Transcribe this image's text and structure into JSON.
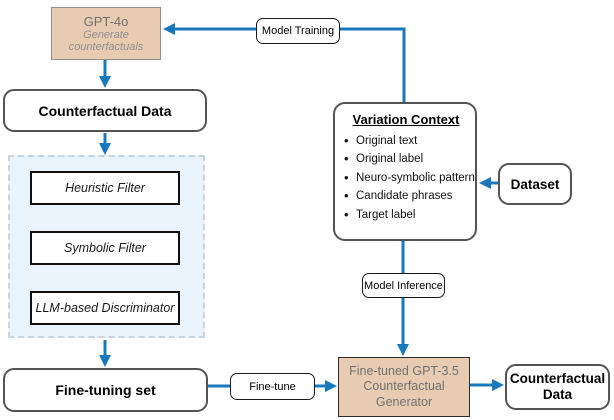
{
  "colors": {
    "arrow_blue": "#1878be",
    "tan_fill": "#e8ccb2",
    "panel_fill": "#e9f3fb",
    "box_border": "#545454"
  },
  "nodes": {
    "gpt4o": {
      "title": "GPT-4o",
      "subtitle": "Generate counterfactuals"
    },
    "counterfactual_data_top": {
      "label": "Counterfactual Data"
    },
    "heuristic_filter": {
      "label": "Heuristic Filter"
    },
    "symbolic_filter": {
      "label": "Symbolic Filter"
    },
    "llm_discriminator": {
      "label": "LLM-based Discriminator"
    },
    "fine_tuning_set": {
      "label": "Fine-tuning set"
    },
    "variation_context": {
      "title": "Variation Context",
      "items": [
        "Original text",
        "Original label",
        "Neuro-symbolic pattern",
        "Candidate phrases",
        "Target label"
      ]
    },
    "dataset": {
      "label": "Dataset"
    },
    "finetuned_gpt35": {
      "line1": "Fine-tuned GPT-3.5",
      "line2": "Counterfactual",
      "line3": "Generator"
    },
    "counterfactual_data_bottom": {
      "line1": "Counterfactual",
      "line2": "Data"
    }
  },
  "edge_labels": {
    "model_training": "Model Training",
    "model_inference": "Model Inference",
    "fine_tune": "Fine-tune"
  }
}
